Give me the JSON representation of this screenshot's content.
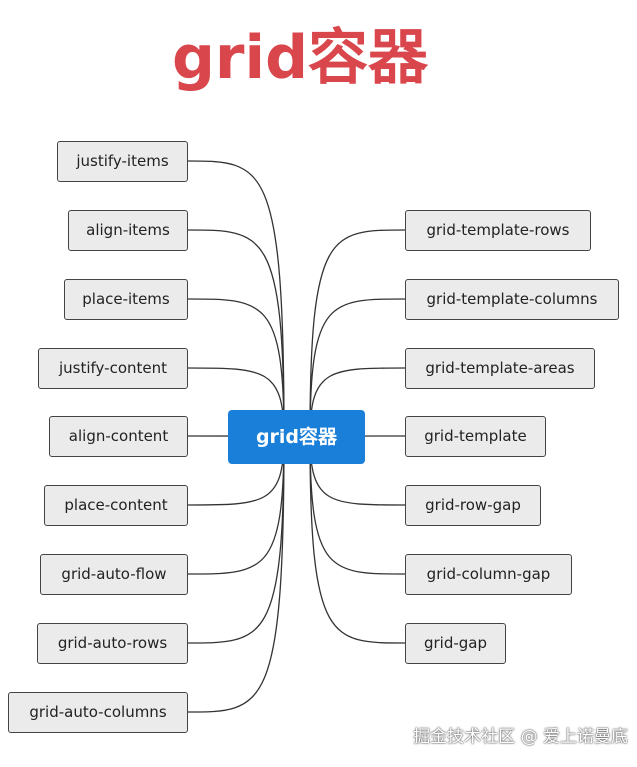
{
  "title": "grid容器",
  "center": "grid容器",
  "left_nodes": [
    "justify-items",
    "align-items",
    "place-items",
    "justify-content",
    "align-content",
    "place-content",
    "grid-auto-flow",
    "grid-auto-rows",
    "grid-auto-columns"
  ],
  "right_nodes": [
    "grid-template-rows",
    "grid-template-columns",
    "grid-template-areas",
    "grid-template",
    "grid-row-gap",
    "grid-column-gap",
    "grid-gap"
  ],
  "watermark": "掘金技术社区 @ 爱上诺曼底",
  "colors": {
    "title": "#d9464c",
    "center_fill": "#1a7fd9",
    "node_fill": "#ebebeb",
    "node_border": "#444444",
    "link": "#333333"
  }
}
